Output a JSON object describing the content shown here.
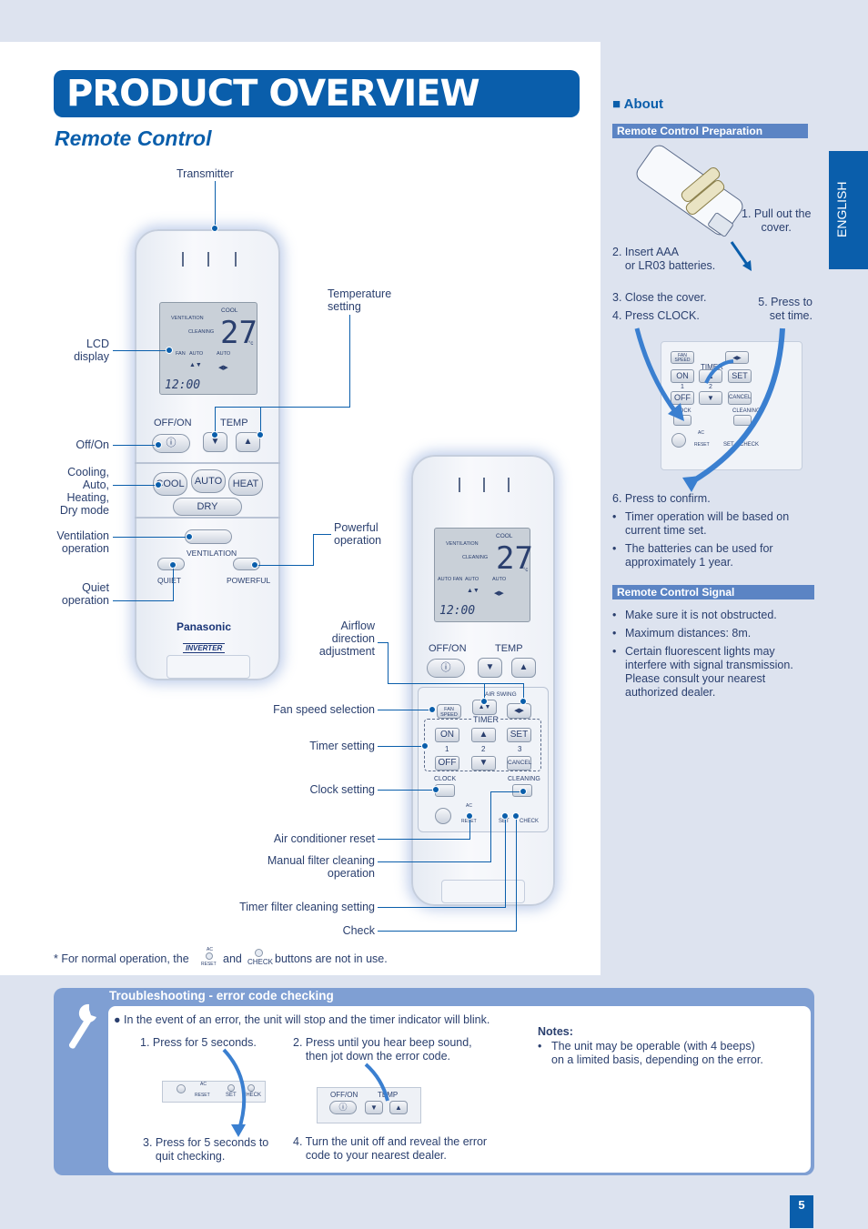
{
  "header": {
    "title": "PRODUCT OVERVIEW",
    "subtitle": "Remote Control"
  },
  "remote_labels": {
    "transmitter": "Transmitter",
    "lcd_display": "LCD\ndisplay",
    "temperature_setting": "Temperature\nsetting",
    "off_on": "Off/On",
    "modes": "Cooling,\nAuto,\nHeating,\nDry mode",
    "ventilation": "Ventilation\noperation",
    "quiet": "Quiet\noperation",
    "powerful": "Powerful\noperation",
    "airflow": "Airflow\ndirection\nadjustment",
    "fan_speed": "Fan speed selection",
    "timer": "Timer setting",
    "clock": "Clock setting",
    "ac_reset": "Air conditioner reset",
    "manual_filter": "Manual filter cleaning\noperation",
    "timer_filter": "Timer filter cleaning setting",
    "check": "Check"
  },
  "remote_ui": {
    "cool": "COOL",
    "ventilation": "VENTILATION",
    "cleaning": "CLEANING",
    "temp_value": "27",
    "deg": "°c",
    "fan": "FAN",
    "auto": "AUTO",
    "auto_fan": "AUTO FAN",
    "clock_value": "12:00",
    "off_on": "OFF/ON",
    "temp": "TEMP",
    "cool_btn": "COOL",
    "auto_btn": "AUTO",
    "heat_btn": "HEAT",
    "dry_btn": "DRY",
    "quiet": "QUIET",
    "powerful": "POWERFUL",
    "brand": "Panasonic",
    "inverter": "INVERTER",
    "fan_speed": "FAN\nSPEED",
    "air_swing": "AIR SWING",
    "timer": "TIMER",
    "on": "ON",
    "off": "OFF",
    "set": "SET",
    "cancel": "CANCEL",
    "n1": "1",
    "n2": "2",
    "n3": "3",
    "clock": "CLOCK",
    "cleaning_btn": "CLEANING",
    "ac": "AC",
    "reset": "RESET",
    "check": "CHECK",
    "power_icon": "ⓘ",
    "down_arrow": "▼",
    "up_arrow": "▲",
    "updown": "▲▼",
    "leftright": "◀▶"
  },
  "footnote": {
    "prefix": "*   For normal operation, the",
    "and": "and",
    "suffix": "buttons are not in use.",
    "ac": "AC",
    "reset": "RESET",
    "check": "CHECK"
  },
  "about": {
    "heading": "About",
    "prep_title": "Remote Control Preparation",
    "step1": "1. Pull out the\ncover.",
    "step2": "2. Insert AAA\n    or LR03 batteries.",
    "step3": "3. Close the cover.",
    "step4": "4. Press CLOCK.",
    "step5": "5. Press to\nset time.",
    "step6": "6. Press to confirm.",
    "bullets1": [
      "Timer operation will be based on current time set.",
      "The batteries can be used for approximately 1 year."
    ],
    "signal_title": "Remote Control Signal",
    "bullets2": [
      "Make sure it is not obstructed.",
      "Maximum distances: 8m.",
      "Certain fluorescent lights may interfere with signal transmission. Please consult your nearest authorized dealer."
    ],
    "mini": {
      "fan_speed": "FAN\nSPEED",
      "timer": "TIMER",
      "on": "ON",
      "off": "OFF",
      "set": "SET",
      "cancel": "CANCEL",
      "n1": "1",
      "n2": "2",
      "clock": "CLOCK",
      "cleaning": "CLEANING",
      "ac": "AC",
      "reset": "RESET",
      "set_lbl": "SET",
      "check": "CHECK"
    }
  },
  "side_tab": "ENGLISH",
  "troubleshooting": {
    "title": "Troubleshooting - error code checking",
    "intro": "In the event of an error, the unit will stop and the timer indicator will blink.",
    "step1": "1. Press for 5 seconds.",
    "step2": "2. Press until you hear beep sound,\n    then jot down the error code.",
    "step3": "3. Press for 5 seconds to\n    quit checking.",
    "step4": "4. Turn the unit off and reveal the error\n    code to your nearest dealer.",
    "notes_title": "Notes:",
    "notes": "The unit may be operable (with 4 beeps)\non a limited basis, depending on the error.",
    "strip1": {
      "ac": "AC",
      "reset": "RESET",
      "set": "SET",
      "check": "CHECK"
    },
    "strip2": {
      "offon": "OFF/ON",
      "temp": "TEMP"
    }
  },
  "page_number": "5",
  "colors": {
    "brand_blue": "#0a5eab",
    "section_blue": "#5b84c4",
    "text": "#2a3f6e"
  }
}
